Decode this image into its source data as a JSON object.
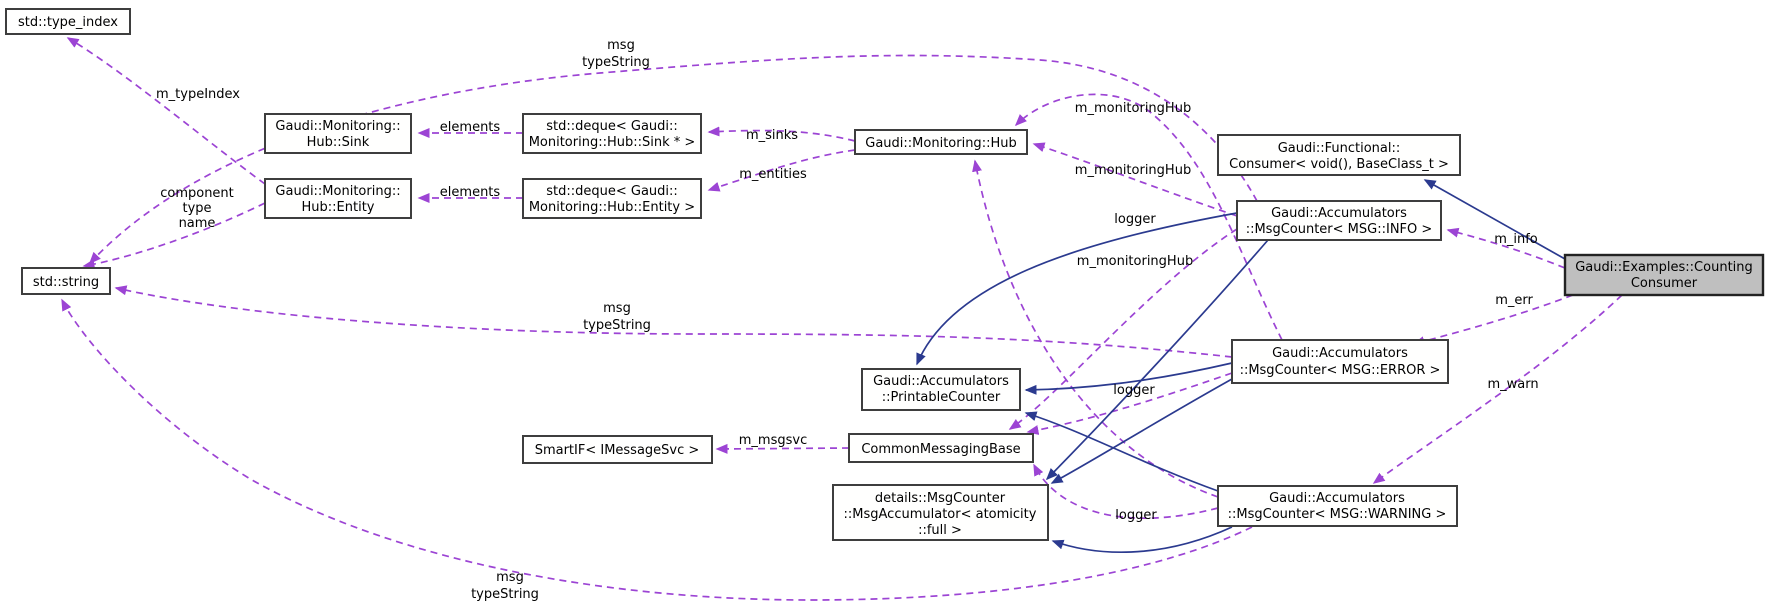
{
  "diagram": {
    "kind": "doxygen-collaboration-graph",
    "current_node": "Gaudi::Examples::CountingConsumer"
  },
  "colors": {
    "member_edge": "#9c44d4",
    "inheritance_edge": "#2b3a8f",
    "node_fill": "#fffffe",
    "node_border": "#3e3e3e",
    "current_node_fill": "#bfbfbf",
    "text": "#000000",
    "background": "#ffffff"
  },
  "nodes": {
    "type_index": {
      "lines": [
        "std::type_index"
      ]
    },
    "hub_sink": {
      "lines": [
        "Gaudi::Monitoring::",
        "Hub::Sink"
      ]
    },
    "deque_sink": {
      "lines": [
        "std::deque< Gaudi::",
        "Monitoring::Hub::Sink * >"
      ]
    },
    "hub_entity": {
      "lines": [
        "Gaudi::Monitoring::",
        "Hub::Entity"
      ]
    },
    "deque_entity": {
      "lines": [
        "std::deque< Gaudi::",
        "Monitoring::Hub::Entity >"
      ]
    },
    "hub": {
      "lines": [
        "Gaudi::Monitoring::Hub"
      ]
    },
    "functional_consumer": {
      "lines": [
        "Gaudi::Functional::",
        "Consumer< void(), BaseClass_t >"
      ]
    },
    "msg_counter_info": {
      "lines": [
        "Gaudi::Accumulators",
        "::MsgCounter< MSG::INFO >"
      ]
    },
    "counting_consumer": {
      "lines": [
        "Gaudi::Examples::Counting",
        "Consumer"
      ]
    },
    "std_string": {
      "lines": [
        "std::string"
      ]
    },
    "msg_counter_error": {
      "lines": [
        "Gaudi::Accumulators",
        "::MsgCounter< MSG::ERROR >"
      ]
    },
    "printable_counter": {
      "lines": [
        "Gaudi::Accumulators",
        "::PrintableCounter"
      ]
    },
    "smartif": {
      "lines": [
        "SmartIF< IMessageSvc >"
      ]
    },
    "common_messaging_base": {
      "lines": [
        "CommonMessagingBase"
      ]
    },
    "msg_accumulator": {
      "lines": [
        "details::MsgCounter",
        "::MsgAccumulator< atomicity",
        "::full >"
      ]
    },
    "msg_counter_warning": {
      "lines": [
        "Gaudi::Accumulators",
        "::MsgCounter< MSG::WARNING >"
      ]
    }
  },
  "edge_labels": {
    "m_typeIndex": "m_typeIndex",
    "component": "component",
    "type": "type",
    "name": "name",
    "elements": "elements",
    "m_sinks": "m_sinks",
    "m_entities": "m_entities",
    "m_monitoringHub": "m_monitoringHub",
    "logger": "logger",
    "m_info": "m_info",
    "m_err": "m_err",
    "m_warn": "m_warn",
    "m_msgsvc": "m_msgsvc",
    "msg": "msg",
    "typeString": "typeString"
  },
  "edges": [
    {
      "from": "Gaudi::Monitoring::Hub::Entity",
      "to": "std::type_index",
      "label": "m_typeIndex",
      "style": "dashed"
    },
    {
      "from": "Gaudi::Monitoring::Hub::Entity",
      "to": "std::string",
      "label": "component type name",
      "style": "dashed"
    },
    {
      "from": "std::deque< Gaudi::Monitoring::Hub::Sink * >",
      "to": "Gaudi::Monitoring::Hub::Sink",
      "label": "elements",
      "style": "dashed"
    },
    {
      "from": "std::deque< Gaudi::Monitoring::Hub::Entity >",
      "to": "Gaudi::Monitoring::Hub::Entity",
      "label": "elements",
      "style": "dashed"
    },
    {
      "from": "Gaudi::Monitoring::Hub",
      "to": "std::deque< Gaudi::Monitoring::Hub::Sink * >",
      "label": "m_sinks",
      "style": "dashed"
    },
    {
      "from": "Gaudi::Monitoring::Hub",
      "to": "std::deque< Gaudi::Monitoring::Hub::Entity >",
      "label": "m_entities",
      "style": "dashed"
    },
    {
      "from": "Gaudi::Accumulators::MsgCounter< MSG::INFO >",
      "to": "Gaudi::Monitoring::Hub",
      "label": "m_monitoringHub",
      "style": "dashed"
    },
    {
      "from": "Gaudi::Accumulators::MsgCounter< MSG::ERROR >",
      "to": "Gaudi::Monitoring::Hub",
      "label": "m_monitoringHub",
      "style": "dashed"
    },
    {
      "from": "Gaudi::Accumulators::MsgCounter< MSG::WARNING >",
      "to": "Gaudi::Monitoring::Hub",
      "label": "m_monitoringHub",
      "style": "dashed"
    },
    {
      "from": "Gaudi::Accumulators::MsgCounter< MSG::INFO >",
      "to": "CommonMessagingBase",
      "label": "logger",
      "style": "dashed"
    },
    {
      "from": "Gaudi::Accumulators::MsgCounter< MSG::ERROR >",
      "to": "CommonMessagingBase",
      "label": "logger",
      "style": "dashed"
    },
    {
      "from": "Gaudi::Accumulators::MsgCounter< MSG::WARNING >",
      "to": "CommonMessagingBase",
      "label": "logger",
      "style": "dashed"
    },
    {
      "from": "CommonMessagingBase",
      "to": "SmartIF< IMessageSvc >",
      "label": "m_msgsvc",
      "style": "dashed"
    },
    {
      "from": "Gaudi::Examples::CountingConsumer",
      "to": "Gaudi::Accumulators::MsgCounter< MSG::INFO >",
      "label": "m_info",
      "style": "dashed"
    },
    {
      "from": "Gaudi::Examples::CountingConsumer",
      "to": "Gaudi::Accumulators::MsgCounter< MSG::ERROR >",
      "label": "m_err",
      "style": "dashed"
    },
    {
      "from": "Gaudi::Examples::CountingConsumer",
      "to": "Gaudi::Accumulators::MsgCounter< MSG::WARNING >",
      "label": "m_warn",
      "style": "dashed"
    },
    {
      "from": "Gaudi::Accumulators::MsgCounter< MSG::INFO >",
      "to": "std::string",
      "label": "msg typeString",
      "style": "dashed"
    },
    {
      "from": "Gaudi::Accumulators::MsgCounter< MSG::ERROR >",
      "to": "std::string",
      "label": "msg typeString",
      "style": "dashed"
    },
    {
      "from": "Gaudi::Accumulators::MsgCounter< MSG::WARNING >",
      "to": "std::string",
      "label": "msg typeString",
      "style": "dashed"
    },
    {
      "from": "Gaudi::Examples::CountingConsumer",
      "to": "Gaudi::Functional::Consumer< void(), BaseClass_t >",
      "style": "inheritance"
    },
    {
      "from": "Gaudi::Accumulators::MsgCounter< MSG::INFO >",
      "to": "Gaudi::Accumulators::PrintableCounter",
      "style": "inheritance"
    },
    {
      "from": "Gaudi::Accumulators::MsgCounter< MSG::INFO >",
      "to": "details::MsgCounter::MsgAccumulator< atomicity::full >",
      "style": "inheritance"
    },
    {
      "from": "Gaudi::Accumulators::MsgCounter< MSG::ERROR >",
      "to": "Gaudi::Accumulators::PrintableCounter",
      "style": "inheritance"
    },
    {
      "from": "Gaudi::Accumulators::MsgCounter< MSG::ERROR >",
      "to": "details::MsgCounter::MsgAccumulator< atomicity::full >",
      "style": "inheritance"
    },
    {
      "from": "Gaudi::Accumulators::MsgCounter< MSG::WARNING >",
      "to": "Gaudi::Accumulators::PrintableCounter",
      "style": "inheritance"
    },
    {
      "from": "Gaudi::Accumulators::MsgCounter< MSG::WARNING >",
      "to": "details::MsgCounter::MsgAccumulator< atomicity::full >",
      "style": "inheritance"
    }
  ]
}
